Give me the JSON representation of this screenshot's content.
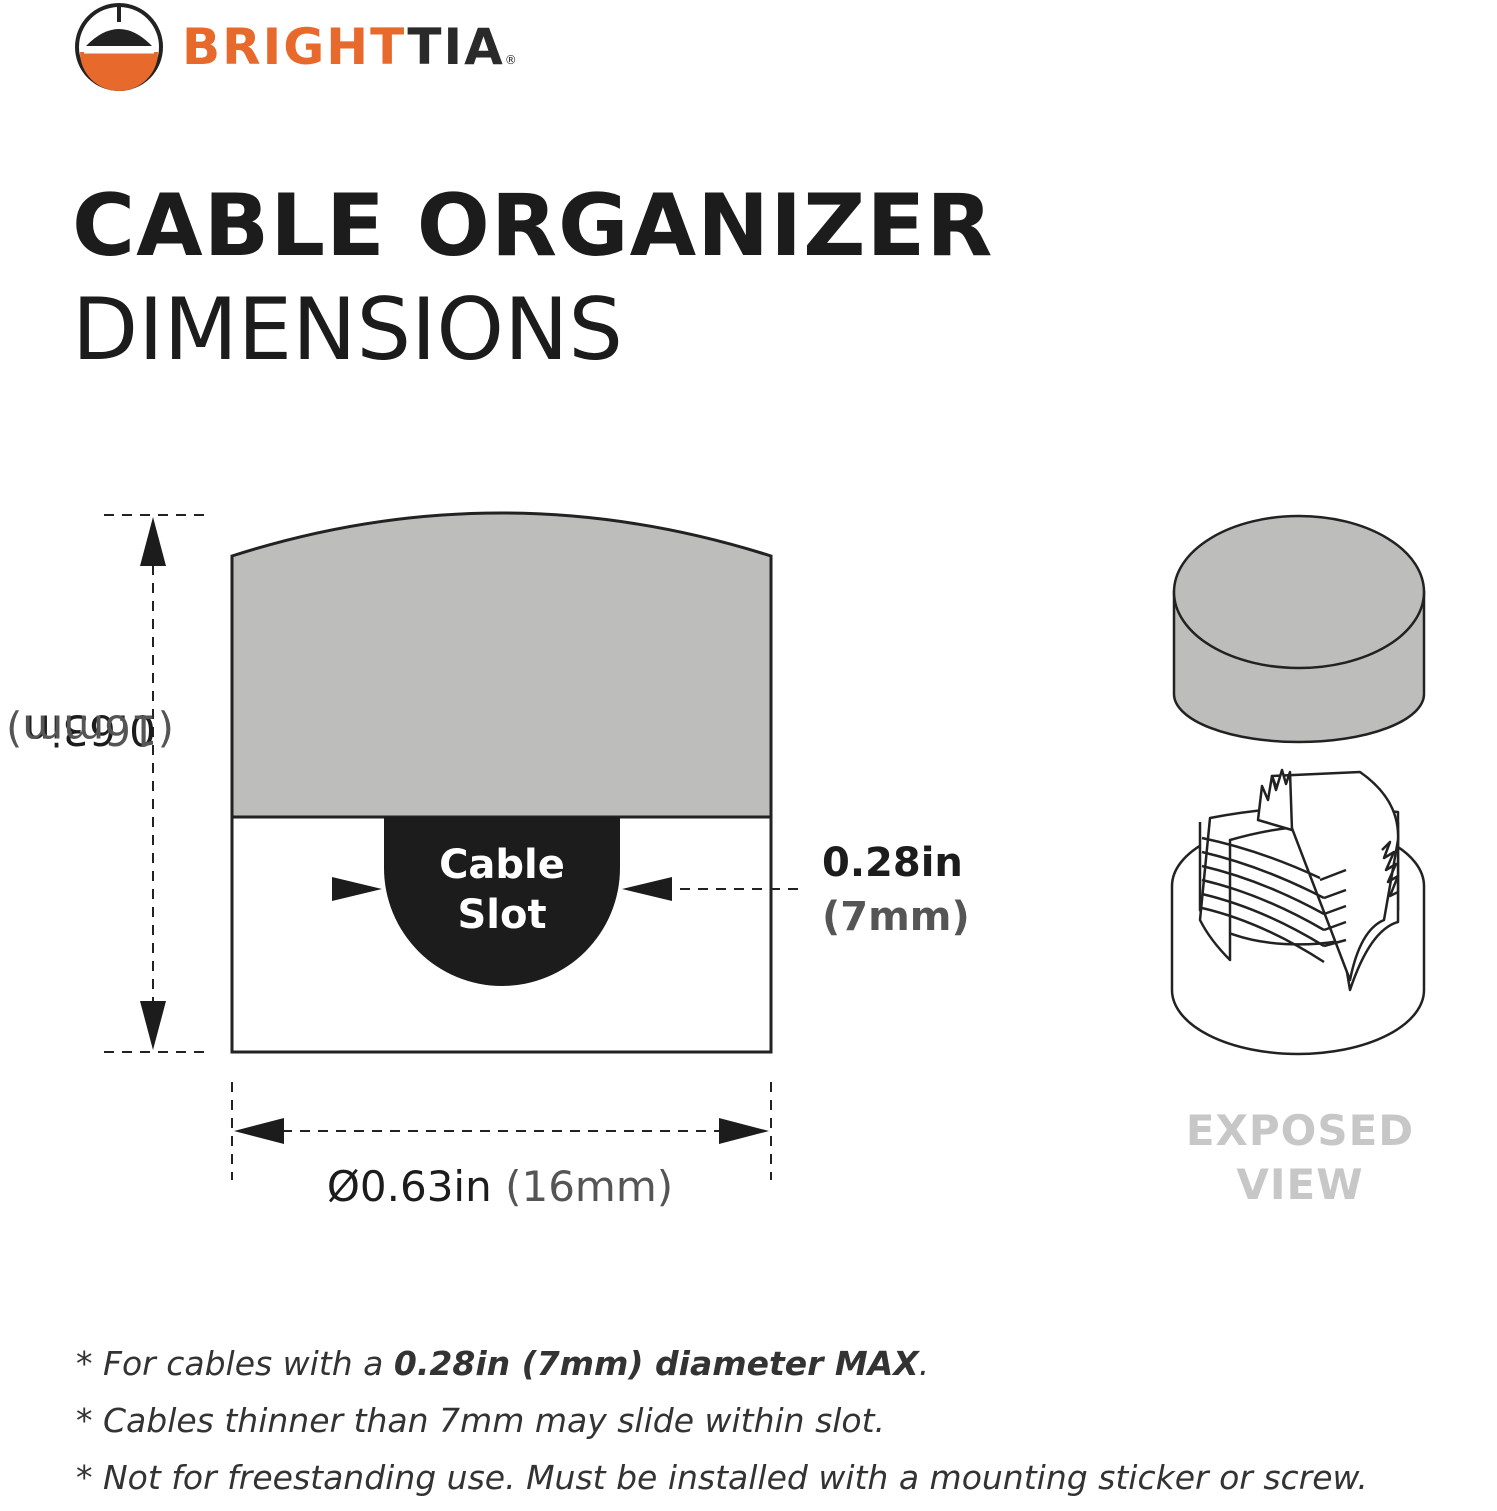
{
  "brand": {
    "name_part1": "BRIGHT",
    "name_part2": "TIA",
    "registered_mark": "®"
  },
  "heading": {
    "line1": "CABLE ORGANIZER",
    "line2": "DIMENSIONS"
  },
  "dimensions": {
    "height": "0.63in",
    "height_mm": "(16mm)",
    "diameter": "Ø0.63in",
    "diameter_mm": "(16mm)",
    "slot_width": "0.28in",
    "slot_width_mm": "(7mm)",
    "slot_label_line1": "Cable",
    "slot_label_line2": "Slot"
  },
  "exposed_view": {
    "line1": "EXPOSED",
    "line2": "VIEW"
  },
  "notes": [
    {
      "prefix": "* For cables with a ",
      "bold": "0.28in (7mm) diameter MAX",
      "suffix": "."
    },
    {
      "text": "* Cables thinner than 7mm may slide within slot."
    },
    {
      "text": "* Not for freestanding use. Must be installed with a mounting sticker or screw."
    }
  ],
  "colors": {
    "brand_orange": "#e8692c",
    "cap_gray": "#bdbebc",
    "ink": "#1c1c1c",
    "label_gray": "#c7c7c7"
  }
}
